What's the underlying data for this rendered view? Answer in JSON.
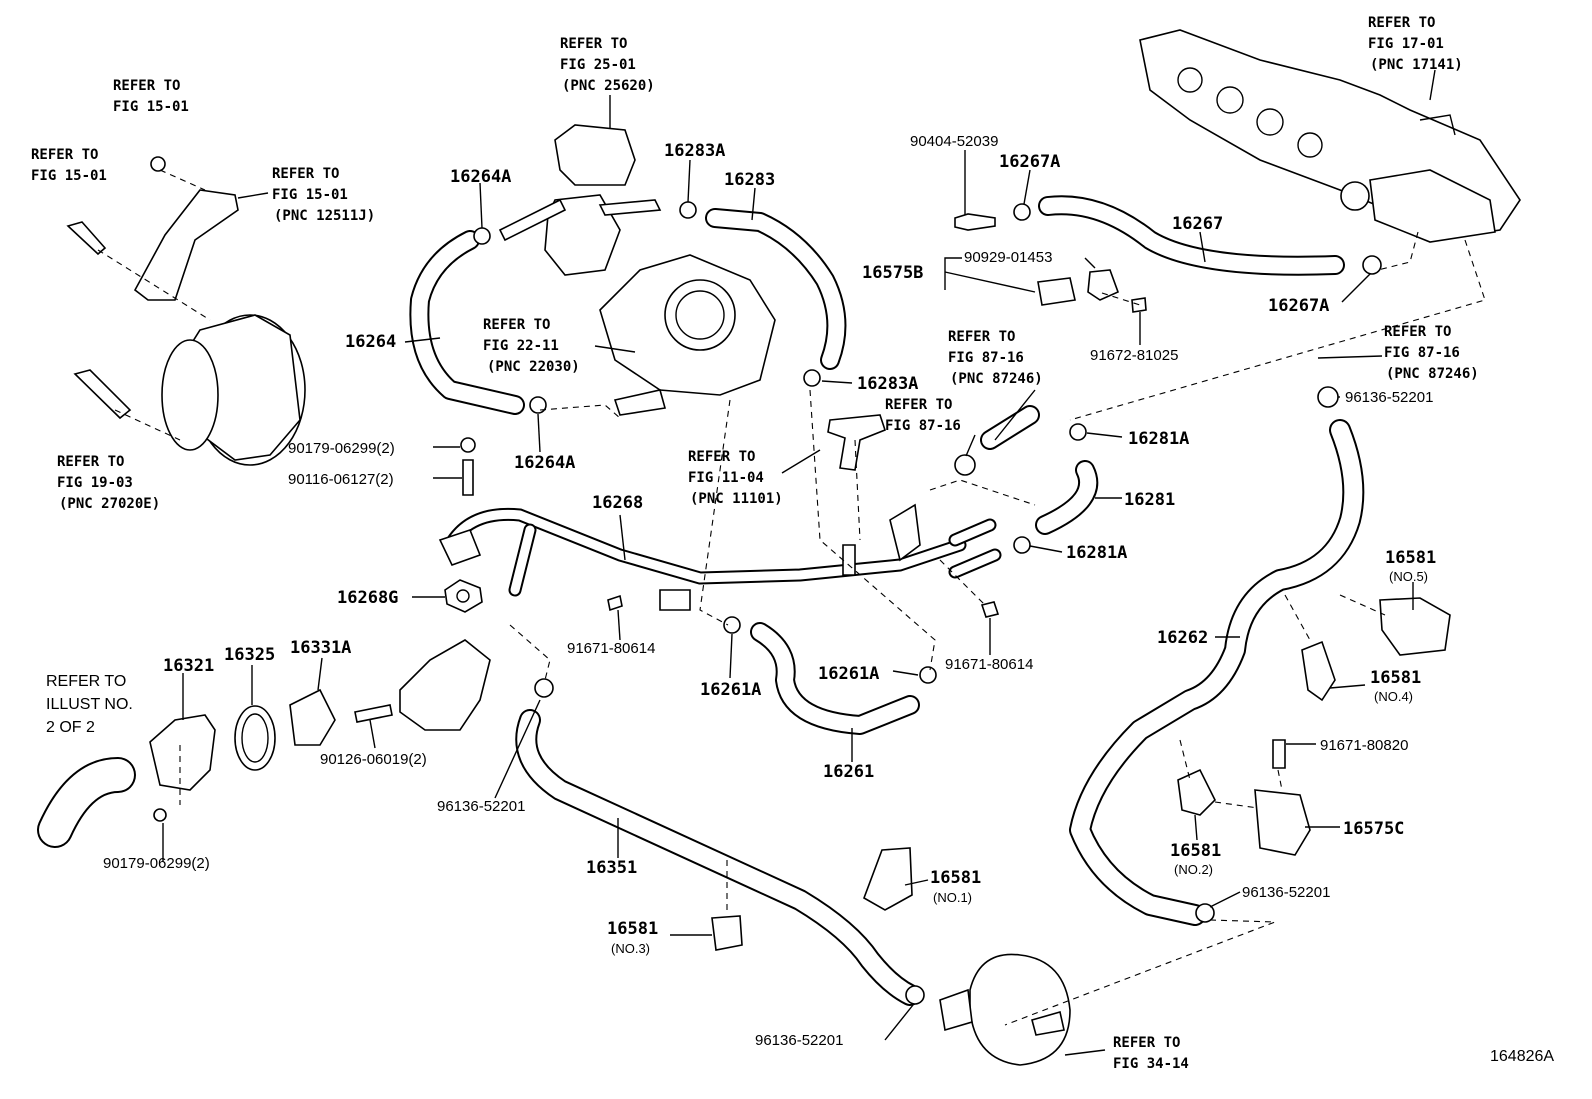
{
  "refs": {
    "fig25": [
      "REFER TO",
      "FIG 25-01",
      "(PNC 25620)"
    ],
    "fig17": [
      "REFER TO",
      "FIG 17-01",
      "(PNC 17141)"
    ],
    "fig15a": [
      "REFER TO",
      "FIG 15-01"
    ],
    "fig15b": [
      "REFER TO",
      "FIG 15-01"
    ],
    "fig15c": [
      "REFER TO",
      "FIG 15-01",
      "(PNC 12511J)"
    ],
    "fig22": [
      "REFER TO",
      "FIG 22-11",
      "(PNC 22030)"
    ],
    "fig87a": [
      "REFER TO",
      "FIG 87-16",
      "(PNC 87246)"
    ],
    "fig87b": [
      "REFER TO",
      "FIG 87-16"
    ],
    "fig87c": [
      "REFER TO",
      "FIG 87-16",
      "(PNC 87246)"
    ],
    "fig19": [
      "REFER TO",
      "FIG 19-03",
      "(PNC 27020E)"
    ],
    "fig11": [
      "REFER TO",
      "FIG 11-04",
      "(PNC 11101)"
    ],
    "fig34": [
      "REFER TO",
      "FIG 34-14"
    ],
    "illust": [
      "REFER TO",
      "ILLUST NO.",
      "2 OF 2"
    ]
  },
  "parts": {
    "p16264A_top": "16264A",
    "p16283A_top": "16283A",
    "p16283": "16283",
    "p90404": "90404-52039",
    "p16267A_top": "16267A",
    "p16267": "16267",
    "p16575B": "16575B",
    "p90929": "90929-01453",
    "p16267A_right": "16267A",
    "p91672": "91672-81025",
    "p16264": "16264",
    "p16283A_mid": "16283A",
    "p16281A_top": "16281A",
    "p16281": "16281",
    "p16281A_bot": "16281A",
    "p96136_r1": "96136-52201",
    "p90179_a": "90179-06299(2)",
    "p90116": "90116-06127(2)",
    "p16264A_bot": "16264A",
    "p16268": "16268",
    "p16268G": "16268G",
    "p91671_a": "91671-80614",
    "p91671_b": "91671-80614",
    "p16581_no5": "16581",
    "no5": "(NO.5)",
    "p16262": "16262",
    "p16581_no4": "16581",
    "no4": "(NO.4)",
    "p16321": "16321",
    "p16325": "16325",
    "p16331A": "16331A",
    "p90126": "90126-06019(2)",
    "p16261A_l": "16261A",
    "p16261A_r": "16261A",
    "p16261": "16261",
    "p91671_c": "91671-80820",
    "p16575C": "16575C",
    "p96136_mid": "96136-52201",
    "p90179_b": "90179-06299(2)",
    "p16351": "16351",
    "p16581_no2": "16581",
    "no2": "(NO.2)",
    "p16581_no1": "16581",
    "no1": "(NO.1)",
    "p96136_r2": "96136-52201",
    "p16581_no3": "16581",
    "no3": "(NO.3)",
    "p96136_bot": "96136-52201"
  },
  "illustration_id": "164826A"
}
